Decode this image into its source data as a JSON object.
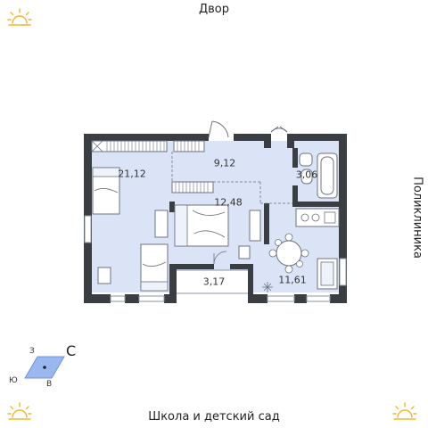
{
  "orientation": {
    "top": "Двор",
    "bottom": "Школа и детский сад",
    "right": "Поликлиника"
  },
  "rooms": {
    "living_room": "21,12",
    "hall": "9,12",
    "bathroom": "3,06",
    "bedroom": "12,48",
    "balcony": "3,17",
    "kitchen": "11,61"
  },
  "compass": {
    "north": "С",
    "south": "Ю",
    "west": "З",
    "east": "В"
  },
  "colors": {
    "wall": "#3a3d42",
    "floor": "#dbe4f7",
    "sun": "#f2b630"
  },
  "icons": [
    "sun-icon",
    "compass-icon"
  ]
}
